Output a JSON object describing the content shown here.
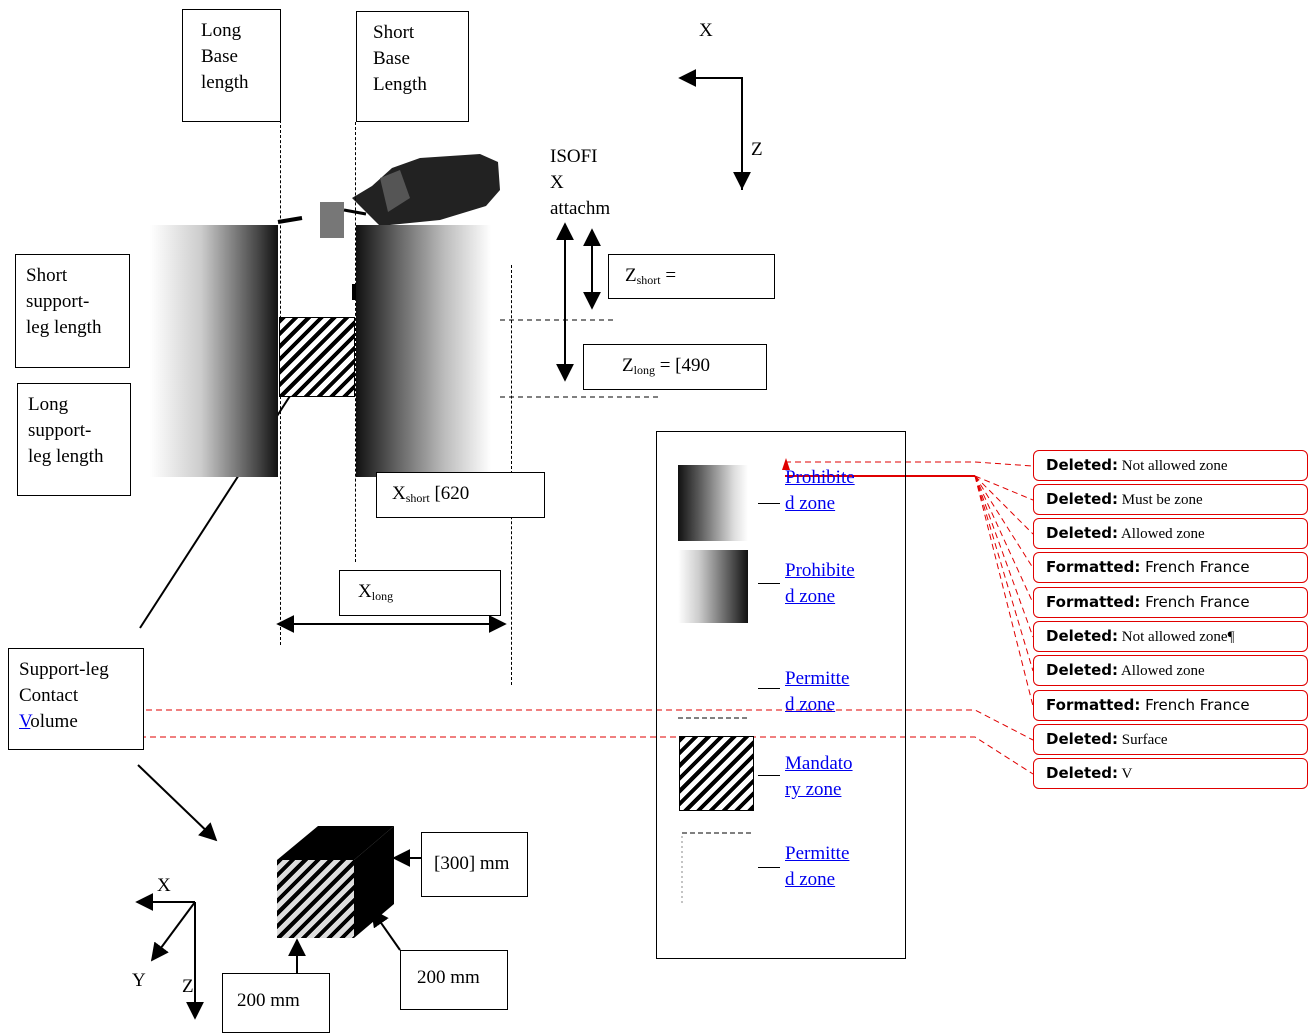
{
  "labels": {
    "long_base_length": [
      "Long",
      "Base",
      "length"
    ],
    "short_base_length": [
      "Short",
      "Base",
      "Length"
    ],
    "axis_top_x": "X",
    "axis_top_z": "Z",
    "isofix": [
      "ISOFI",
      "X",
      "attachm"
    ],
    "short_support_leg": [
      "Short",
      "support-",
      "leg length"
    ],
    "long_support_leg": [
      "Long",
      "support-",
      "leg length"
    ],
    "z_short_main": "Z",
    "z_short_sub": "short",
    "z_short_rest": " =",
    "z_long_main": "Z",
    "z_long_sub": "long",
    "z_long_rest": " = [490",
    "x_short_main": "X",
    "x_short_sub": "short",
    "x_short_rest": " [620",
    "x_long_main": "X",
    "x_long_sub": "long",
    "support_leg_contact": [
      "Support-leg",
      "Contact",
      "V",
      "olume"
    ],
    "dim_300": "[300] mm",
    "dim_200_right": "200 mm",
    "dim_200_bottom": "200 mm",
    "axis_bottom_x": "X",
    "axis_bottom_y": "Y",
    "axis_bottom_z": "Z"
  },
  "legend": [
    {
      "line1": "Prohibite",
      "line2": "d zone"
    },
    {
      "line1": "Prohibite",
      "line2": "d zone"
    },
    {
      "line1": "Permitte",
      "line2": "d zone"
    },
    {
      "line1": "Mandato",
      "line2": "ry zone"
    },
    {
      "line1": "Permitte",
      "line2": "d zone"
    }
  ],
  "revisions": [
    {
      "kind": "Deleted:",
      "text": "Not allowed zone",
      "sans": false
    },
    {
      "kind": "Deleted:",
      "text": "Must be zone",
      "sans": false
    },
    {
      "kind": "Deleted:",
      "text": "Allowed zone",
      "sans": false
    },
    {
      "kind": "Formatted:",
      "text": "French France",
      "sans": true
    },
    {
      "kind": "Formatted:",
      "text": "French France",
      "sans": true
    },
    {
      "kind": "Deleted:",
      "text": "Not allowed zone¶",
      "sans": false
    },
    {
      "kind": "Deleted:",
      "text": "Allowed zone",
      "sans": false
    },
    {
      "kind": "Formatted:",
      "text": "French France",
      "sans": true
    },
    {
      "kind": "Deleted:",
      "text": "Surface",
      "sans": false
    },
    {
      "kind": "Deleted:",
      "text": "V",
      "sans": false
    }
  ],
  "colors": {
    "revision_red": "#e00000",
    "link_blue": "#0000ee"
  }
}
